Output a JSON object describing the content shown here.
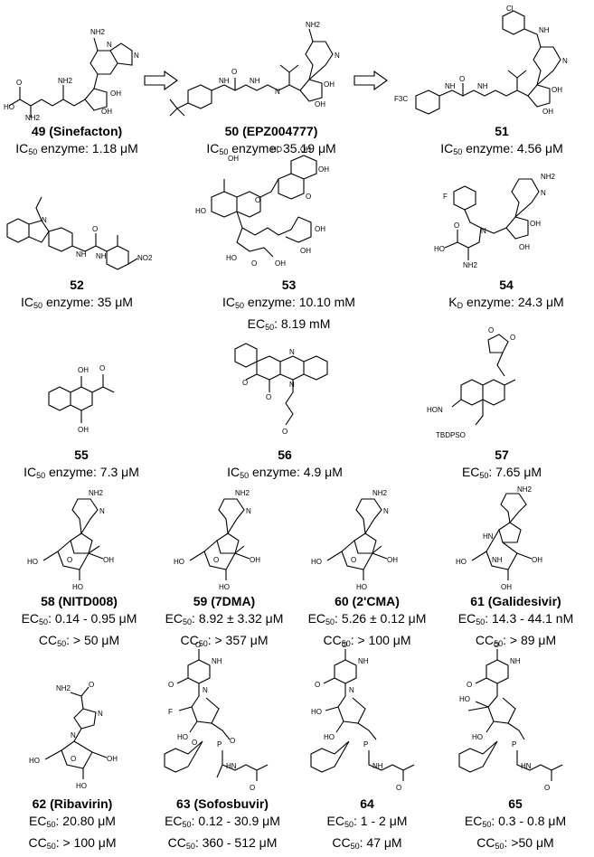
{
  "compounds": [
    {
      "id": "c49",
      "label": "49 (Sinefacton)",
      "lines": [
        {
          "pre": "IC",
          "sub": "50",
          "post": " enzyme: 1.18 μM"
        }
      ]
    },
    {
      "id": "c50",
      "label": "50 (EPZ004777)",
      "lines": [
        {
          "pre": "IC",
          "sub": "50",
          "post": " enzyme: 35.19 μM"
        }
      ]
    },
    {
      "id": "c51",
      "label": "51",
      "lines": [
        {
          "pre": "IC",
          "sub": "50",
          "post": " enzyme: 4.56 μM"
        }
      ]
    },
    {
      "id": "c52",
      "label": "52",
      "lines": [
        {
          "pre": "IC",
          "sub": "50",
          "post": " enzyme: 35 μM"
        }
      ]
    },
    {
      "id": "c53",
      "label": "53",
      "lines": [
        {
          "pre": "IC",
          "sub": "50",
          "post": " enzyme: 10.10 mM"
        },
        {
          "pre": "EC",
          "sub": "50",
          "post": ": 8.19 mM"
        }
      ]
    },
    {
      "id": "c54",
      "label": "54",
      "lines": [
        {
          "pre": "K",
          "sub": "D",
          "post": " enzyme: 24.3 μM"
        }
      ]
    },
    {
      "id": "c55",
      "label": "55",
      "lines": [
        {
          "pre": "IC",
          "sub": "50",
          "post": " enzyme: 7.3 μM"
        }
      ]
    },
    {
      "id": "c56",
      "label": "56",
      "lines": [
        {
          "pre": "IC",
          "sub": "50",
          "post": " enzyme: 4.9 μM"
        }
      ]
    },
    {
      "id": "c57",
      "label": "57",
      "lines": [
        {
          "pre": "EC",
          "sub": "50",
          "post": ": 7.65 μM"
        }
      ]
    },
    {
      "id": "c58",
      "label": "58 (NITD008)",
      "lines": [
        {
          "pre": "EC",
          "sub": "50",
          "post": ": 0.14 - 0.95 μM"
        },
        {
          "pre": "CC",
          "sub": "50",
          "post": ": > 50 μM"
        }
      ]
    },
    {
      "id": "c59",
      "label": "59 (7DMA)",
      "lines": [
        {
          "pre": "EC",
          "sub": "50",
          "post": ": 8.92 ± 3.32 μM"
        },
        {
          "pre": "CC",
          "sub": "50",
          "post": ": > 357 μM"
        }
      ]
    },
    {
      "id": "c60",
      "label": "60 (2'CMA)",
      "lines": [
        {
          "pre": "EC",
          "sub": "50",
          "post": ": 5.26 ± 0.12 μM"
        },
        {
          "pre": "CC",
          "sub": "50",
          "post": ": > 100 μM"
        }
      ]
    },
    {
      "id": "c61",
      "label": "61 (Galidesivir)",
      "lines": [
        {
          "pre": "EC",
          "sub": "50",
          "post": ": 14.3 - 44.1 nM"
        },
        {
          "pre": "CC",
          "sub": "50",
          "post": ": > 89 μM"
        }
      ]
    },
    {
      "id": "c62",
      "label": "62 (Ribavirin)",
      "lines": [
        {
          "pre": "EC",
          "sub": "50",
          "post": ": 20.80 μM"
        },
        {
          "pre": "CC",
          "sub": "50",
          "post": ": > 100 μM"
        }
      ]
    },
    {
      "id": "c63",
      "label": "63 (Sofosbuvir)",
      "lines": [
        {
          "pre": "EC",
          "sub": "50",
          "post": ": 0.12 - 30.9 μM"
        },
        {
          "pre": "CC",
          "sub": "50",
          "post": ": 360 - 512 μM"
        }
      ]
    },
    {
      "id": "c64",
      "label": "64",
      "lines": [
        {
          "pre": "EC",
          "sub": "50",
          "post": ": 1 - 2 μM"
        },
        {
          "pre": "CC",
          "sub": "50",
          "post": ": 47 μM"
        }
      ]
    },
    {
      "id": "c65",
      "label": "65",
      "lines": [
        {
          "pre": "EC",
          "sub": "50",
          "post": ": 0.3 - 0.8 μM"
        },
        {
          "pre": "CC",
          "sub": "50",
          "post": ": >50 μM"
        }
      ]
    }
  ],
  "atom_labels": {
    "nh2": "NH2",
    "oh": "OH",
    "ho": "HO",
    "o": "O",
    "n": "N",
    "nh": "NH",
    "hn": "HN",
    "cl": "Cl",
    "f": "F",
    "cf3": "F3C",
    "no2": "NO2",
    "p": "P",
    "hon": "HON",
    "tbdpso": "TBDPSO"
  }
}
